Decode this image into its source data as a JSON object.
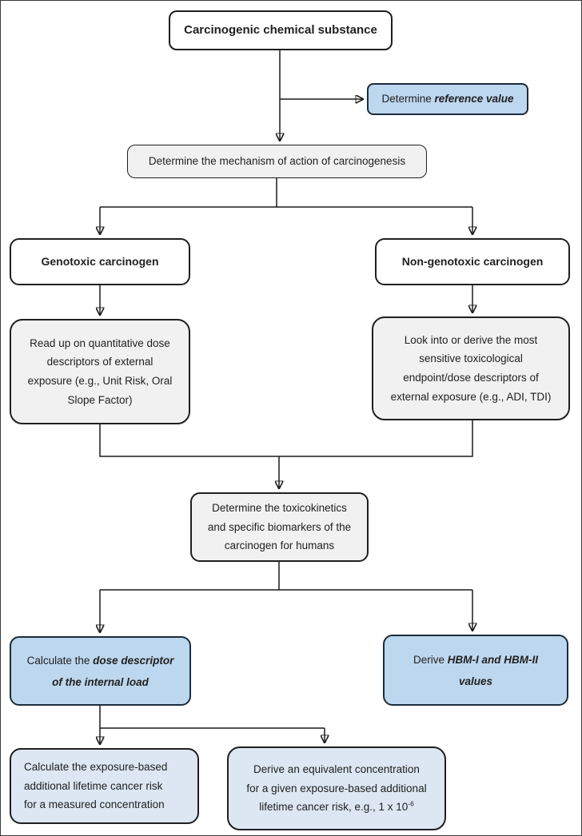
{
  "figure": {
    "title": "Flowchart: derivation of human biomonitoring values for a carcinogenic chemical substance",
    "colors": {
      "white_box": "#ffffff",
      "gray_box": "#f1f1f2",
      "blue_box": "#bdd7ee",
      "light_blue_box": "#dce7f3",
      "line": "#1a1a1a",
      "text": "#212121"
    },
    "nodes": {
      "start": {
        "text": "Carcinogenic chemical substance"
      },
      "reference": {
        "prefix": "Determine ",
        "emphasis": "reference value"
      },
      "mechanism": {
        "text": "Determine the mechanism of action of carcinogenesis"
      },
      "genotoxic": {
        "text": "Genotoxic carcinogen"
      },
      "non_genotoxic": {
        "text": "Non-genotoxic carcinogen"
      },
      "genotoxic_action": {
        "text": "Read up on quantitative dose\ndescriptors of external\nexposure (e.g., Unit Risk, Oral\nSlope Factor)"
      },
      "non_genotoxic_action": {
        "text": "Look into or derive the most\nsensitive toxicological\nendpoint/dose descriptors of\nexternal exposure (e.g., ADI, TDI)"
      },
      "toxicokinetics": {
        "text": "Determine the toxicokinetics\nand specific biomarkers of the\ncarcinogen for humans"
      },
      "internal_dose": {
        "prefix": "Calculate the ",
        "emphasis": "dose descriptor\nof the internal load"
      },
      "hbm_values": {
        "prefix": "Derive ",
        "emphasis": "HBM-I and HBM-II\nvalues"
      },
      "cancer_risk": {
        "text": "Calculate the exposure-based\nadditional lifetime cancer risk\nfor a measured concentration"
      },
      "equivalent_concentration": {
        "text": "Derive an equivalent concentration\nfor a given exposure-based additional\nlifetime cancer risk, e.g., 1 x 10",
        "superscript": "-6"
      }
    }
  }
}
